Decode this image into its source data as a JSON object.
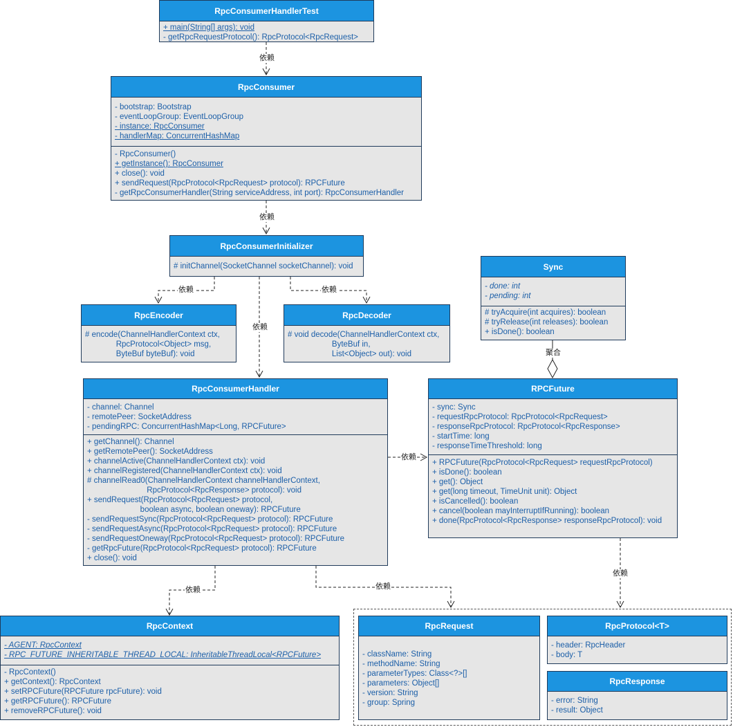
{
  "classes": {
    "test": {
      "name": "RpcConsumerHandlerTest",
      "members": [
        "+ main(String[] args): void",
        "- getRpcRequestProtocol(): RpcProtocol<RpcRequest>"
      ]
    },
    "consumer": {
      "name": "RpcConsumer",
      "fields": [
        "- bootstrap: Bootstrap",
        "- eventLoopGroup: EventLoopGroup",
        "- instance: RpcConsumer",
        "- handlerMap: ConcurrentHashMap"
      ],
      "methods": [
        "- RpcConsumer()",
        "+ getInstance(): RpcConsumer",
        "+ close(): void",
        "+ sendRequest(RpcProtocol<RpcRequest> protocol): RPCFuture",
        "- getRpcConsumerHandler(String serviceAddress, int port): RpcConsumerHandler"
      ]
    },
    "initializer": {
      "name": "RpcConsumerInitializer",
      "methods": [
        "# initChannel(SocketChannel socketChannel): void"
      ]
    },
    "encoder": {
      "name": "RpcEncoder",
      "methods": [
        "# encode(ChannelHandlerContext ctx,",
        "              RpcProtocol<Object> msg,",
        "              ByteBuf byteBuf): void"
      ]
    },
    "decoder": {
      "name": "RpcDecoder",
      "methods": [
        "# void decode(ChannelHandlerContext ctx,",
        "                    ByteBuf in,",
        "                    List<Object> out): void"
      ]
    },
    "sync": {
      "name": "Sync",
      "fields": [
        "- done: int",
        "- pending: int"
      ],
      "methods": [
        "# tryAcquire(int acquires): boolean",
        "# tryRelease(int releases): boolean",
        "+ isDone(): boolean"
      ]
    },
    "handler": {
      "name": "RpcConsumerHandler",
      "fields": [
        "- channel: Channel",
        "- remotePeer: SocketAddress",
        "- pendingRPC: ConcurrentHashMap<Long, RPCFuture>"
      ],
      "methods": [
        "+ getChannel(): Channel",
        "+ getRemotePeer(): SocketAddress",
        "+ channelActive(ChannelHandlerContext ctx): void",
        "+ channelRegistered(ChannelHandlerContext ctx): void",
        "# channelRead0(ChannelHandlerContext channelHandlerContext,",
        "                           RpcProtocol<RpcResponse> protocol): void",
        "+ sendRequest(RpcProtocol<RpcRequest> protocol,",
        "                        boolean async, boolean oneway): RPCFuture",
        "- sendRequestSync(RpcProtocol<RpcRequest> protocol): RPCFuture",
        "- sendRequestAsync(RpcProtocol<RpcRequest> protocol): RPCFuture",
        "- sendRequestOneway(RpcProtocol<RpcRequest> protocol): RPCFuture",
        "- getRpcFuture(RpcProtocol<RpcRequest> protocol): RPCFuture",
        "+ close(): void"
      ]
    },
    "future": {
      "name": "RPCFuture",
      "fields": [
        "- sync: Sync",
        "- requestRpcProtocol: RpcProtocol<RpcRequest>",
        "- responseRpcProtocol: RpcProtocol<RpcResponse>",
        "- startTime: long",
        "- responseTimeThreshold: long"
      ],
      "methods": [
        "+ RPCFuture(RpcProtocol<RpcRequest> requestRpcProtocol)",
        "+ isDone(): boolean",
        "+ get(): Object",
        "+ get(long timeout, TimeUnit unit): Object",
        "+ isCancelled(): boolean",
        "+ cancel(boolean mayInterruptIfRunning): boolean",
        "+ done(RpcProtocol<RpcResponse> responseRpcProtocol): void"
      ]
    },
    "context": {
      "name": "RpcContext",
      "fields": [
        "- AGENT: RpcContext",
        "- RPC_FUTURE_INHERITABLE_THREAD_LOCAL: InheritableThreadLocal<RPCFuture>"
      ],
      "methods": [
        "- RpcContext()",
        "+ getContext(): RpcContext",
        "+ setRPCFuture(RPCFuture rpcFuture): void",
        "+ getRPCFuture(): RPCFuture",
        "+ removeRPCFuture(): void"
      ]
    },
    "request": {
      "name": "RpcRequest",
      "fields": [
        "- className: String",
        "- methodName: String",
        "- parameterTypes: Class<?>[]",
        "- parameters: Object[]",
        "- version: String",
        "- group: Spring"
      ]
    },
    "protocol": {
      "name": "RpcProtocol<T>",
      "fields": [
        "- header: RpcHeader",
        "- body: T"
      ]
    },
    "response": {
      "name": "RpcResponse",
      "fields": [
        "- error: String",
        "- result: Object"
      ]
    }
  },
  "relations": {
    "dependency": "依赖",
    "aggregation": "聚合"
  },
  "colors": {
    "header": "#1c94e0",
    "body": "#e6e6e6",
    "member_text": "#1c5fa8",
    "border": "#1f3a5a"
  }
}
